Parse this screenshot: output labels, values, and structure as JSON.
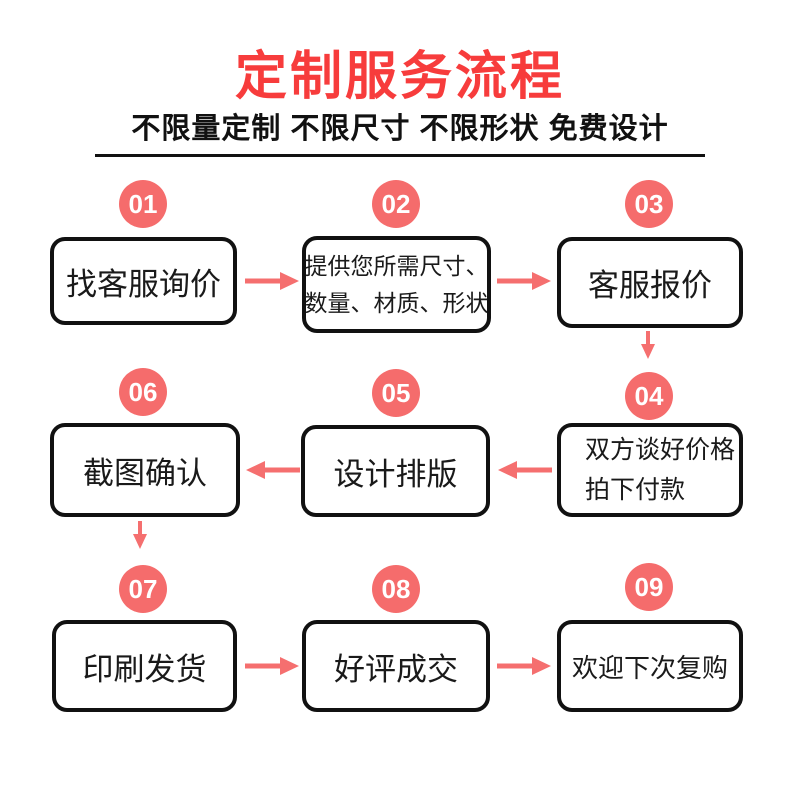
{
  "page": {
    "title": "定制服务流程",
    "subtitle": "不限量定制 不限尺寸 不限形状 免费设计"
  },
  "colors": {
    "title_red": "#f73c3c",
    "accent_red": "#f56c6c",
    "box_border": "#111111",
    "text": "#1a1a1a",
    "background": "#ffffff"
  },
  "steps": [
    {
      "number": "01",
      "lines": [
        "找客服询价"
      ]
    },
    {
      "number": "02",
      "lines": [
        "提供您所需尺寸、",
        "数量、材质、形状"
      ]
    },
    {
      "number": "03",
      "lines": [
        "客服报价"
      ]
    },
    {
      "number": "04",
      "lines": [
        "双方谈好价格",
        "拍下付款"
      ]
    },
    {
      "number": "05",
      "lines": [
        "设计排版"
      ]
    },
    {
      "number": "06",
      "lines": [
        "截图确认"
      ]
    },
    {
      "number": "07",
      "lines": [
        "印刷发货"
      ]
    },
    {
      "number": "08",
      "lines": [
        "好评成交"
      ]
    },
    {
      "number": "09",
      "lines": [
        "欢迎下次复购"
      ]
    }
  ]
}
